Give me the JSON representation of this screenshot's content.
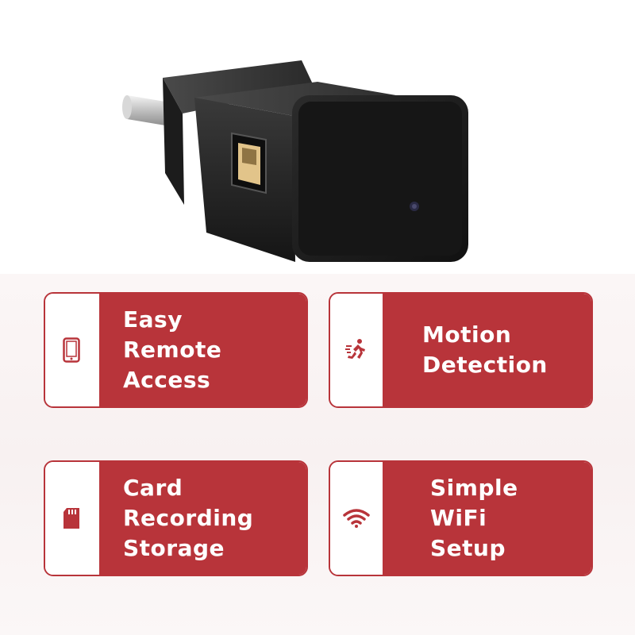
{
  "product": {
    "image": "usb-wall-charger-camera"
  },
  "colors": {
    "accent": "#b8343a",
    "card_background": "#ffffff",
    "label_text": "#ffffff"
  },
  "features": [
    {
      "icon": "smartphone-icon",
      "label": "Easy\nRemote\nAccess"
    },
    {
      "icon": "running-person-icon",
      "label": "Motion\nDetection"
    },
    {
      "icon": "sd-card-icon",
      "label": "Card\nRecording\nStorage"
    },
    {
      "icon": "wifi-icon",
      "label": "Simple\nWiFi\nSetup"
    }
  ]
}
